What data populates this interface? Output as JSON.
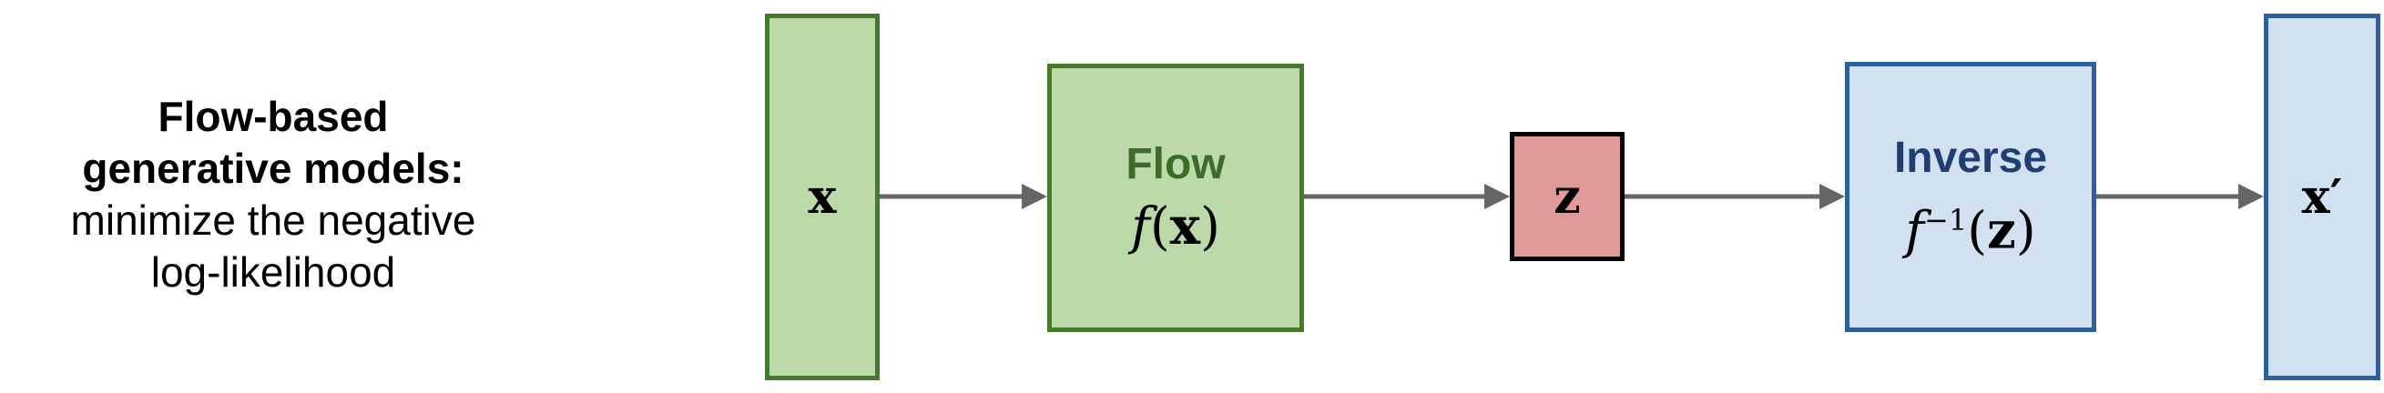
{
  "caption": {
    "line1": "Flow-based",
    "line2": "generative models:",
    "line3": "minimize the negative",
    "line4": "log-likelihood"
  },
  "nodes": {
    "input": {
      "label": "x"
    },
    "flow": {
      "title": "Flow",
      "formula_fn": "f",
      "formula_arg": "x"
    },
    "latent": {
      "label": "z"
    },
    "inverse": {
      "title": "Inverse",
      "formula_fn": "f",
      "formula_exp": "−1",
      "formula_arg": "z"
    },
    "output": {
      "label": "x′"
    }
  },
  "colors": {
    "green_fill": "#bcd9aa",
    "green_border": "#457a2e",
    "red_fill": "#e19a9a",
    "blue_fill": "#d1e1f2",
    "blue_border": "#2c5f9c",
    "arrow": "#666666"
  }
}
